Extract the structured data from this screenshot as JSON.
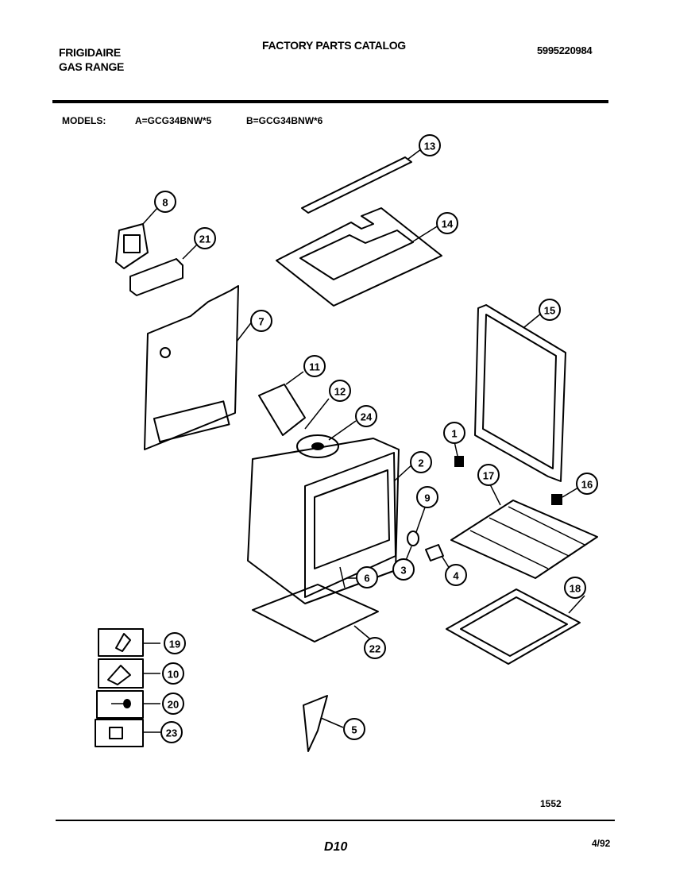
{
  "header": {
    "brand_line1": "FRIGIDAIRE",
    "brand_line2": "GAS RANGE",
    "catalog_title": "FACTORY PARTS CATALOG",
    "catalog_number": "5995220984"
  },
  "models": {
    "label": "MODELS:",
    "model_a": "A=GCG34BNW*5",
    "model_b": "B=GCG34BNW*6"
  },
  "footer": {
    "drawing_number": "1552",
    "page_code": "D10",
    "date": "4/92"
  },
  "callouts": [
    "13",
    "14",
    "8",
    "21",
    "7",
    "15",
    "11",
    "12",
    "24",
    "1",
    "2",
    "9",
    "16",
    "17",
    "3",
    "4",
    "6",
    "18",
    "22",
    "19",
    "10",
    "20",
    "23",
    "5"
  ]
}
